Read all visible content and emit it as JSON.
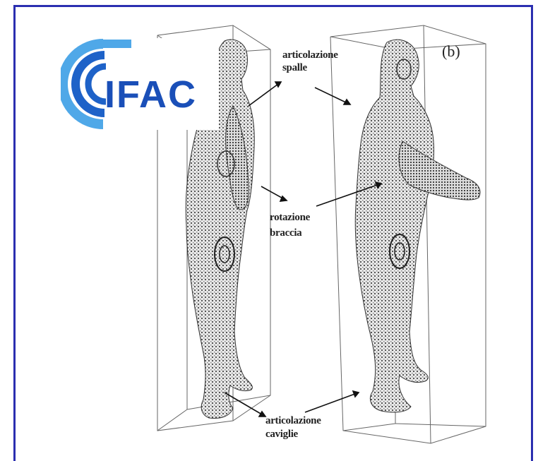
{
  "figure": {
    "panel_label": "(b)",
    "annotations": {
      "shoulder_line1": "articolazione",
      "shoulder_line2": "spalle",
      "arms_line1": "rotazione",
      "arms_line2": "braccia",
      "ankle_line1": "articolazione",
      "ankle_line2": "caviglie"
    }
  },
  "logo": {
    "text": "IFAC",
    "colors": {
      "arc_outer": "#4fa8e8",
      "arc_inner": "#1e62c8",
      "letters": "#1a4fb8"
    }
  },
  "colors": {
    "frame": "#2b2fb0",
    "figure_ink": "#3a3a3a"
  }
}
